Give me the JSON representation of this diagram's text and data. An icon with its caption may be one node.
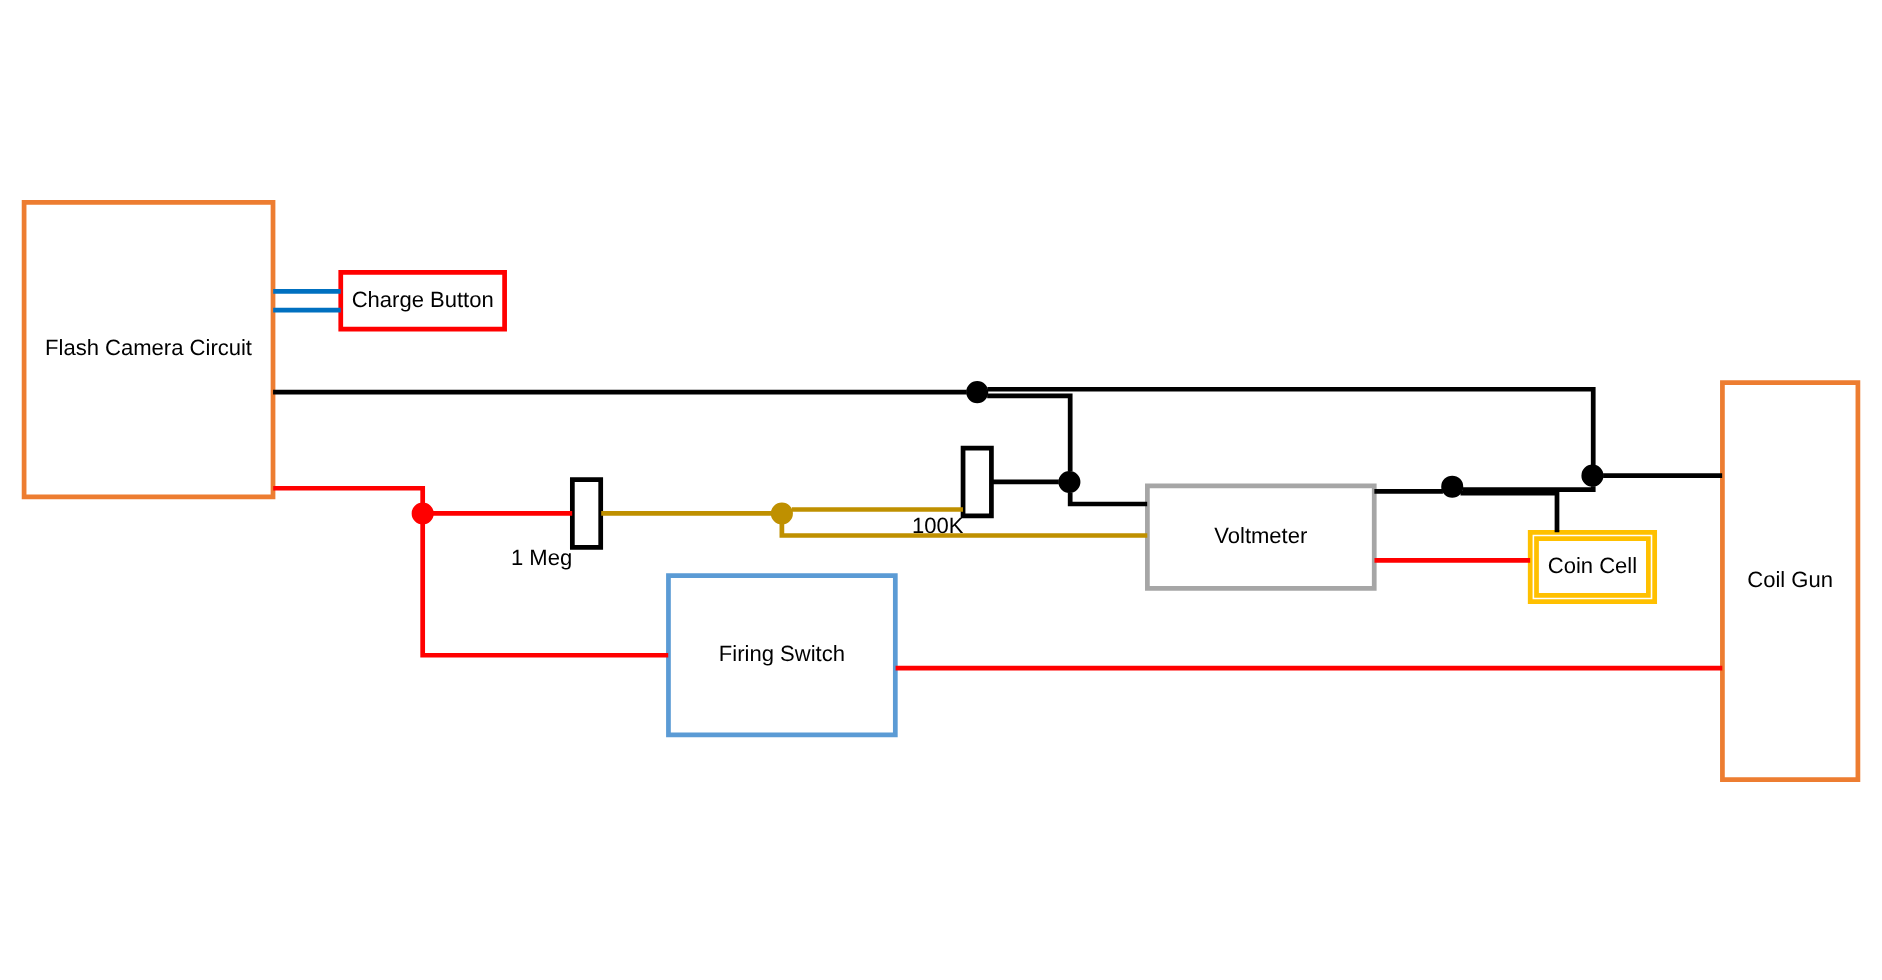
{
  "diagram": {
    "nodes": [
      {
        "text": [
          "Flash Camera Circuit"
        ]
      },
      {
        "text": [
          "Firing Switch"
        ]
      },
      {
        "text": [
          "Charge Button"
        ]
      },
      {
        "text": [
          "Coil Gun"
        ]
      },
      {
        "text": [],
        "shape": "box",
        "beside": [
          "1 Meg"
        ]
      },
      {
        "text": [],
        "shape": "box",
        "beside": [
          "100K"
        ]
      },
      {
        "text": [
          "Voltmeter"
        ]
      },
      {
        "text": [
          "Coin Cell"
        ]
      },
      {
        "text": [],
        "shape": "circle"
      },
      {
        "text": [],
        "shape": "circle"
      },
      {
        "text": [],
        "shape": "circle"
      },
      {
        "text": [],
        "shape": "circle"
      },
      {
        "text": [],
        "shape": "circle"
      },
      {
        "text": [],
        "shape": "circle"
      }
    ],
    "edges": [
      {
        "from": 0,
        "to": 2,
        "arrow": "none",
        "color": "#0070c0"
      },
      {
        "from": 0,
        "to": 2,
        "arrow": "none",
        "color": "#0070c0"
      },
      {
        "from": 0,
        "to": 8,
        "arrow": "none",
        "color": "#ff0000"
      },
      {
        "from": 8,
        "to": 1,
        "arrow": "none",
        "color": "#ff0000"
      },
      {
        "from": 8,
        "to": 4,
        "arrow": "none",
        "color": "#ff0000"
      },
      {
        "from": 1,
        "to": 3,
        "arrow": "none",
        "color": "#ff0000"
      },
      {
        "from": 4,
        "to": 9,
        "arrow": "none",
        "color": "#bf9000"
      },
      {
        "from": 9,
        "to": 5,
        "arrow": "none",
        "color": "#bf9000"
      },
      {
        "from": 9,
        "to": 6,
        "arrow": "none",
        "color": "#bf9000"
      },
      {
        "from": 5,
        "to": 11,
        "arrow": "none"
      },
      {
        "from": 0,
        "to": 10,
        "arrow": "none"
      },
      {
        "from": 10,
        "to": 11,
        "arrow": "none"
      },
      {
        "from": 11,
        "to": 6,
        "arrow": "none"
      },
      {
        "from": 10,
        "to": 13,
        "arrow": "none"
      },
      {
        "from": 13,
        "to": 3,
        "arrow": "none"
      },
      {
        "from": 6,
        "to": 12,
        "arrow": "none"
      },
      {
        "from": 12,
        "to": 7,
        "arrow": "none"
      },
      {
        "from": 12,
        "to": 13,
        "arrow": "none"
      },
      {
        "from": 6,
        "to": 7,
        "arrow": "none",
        "color": "#ff0000"
      }
    ]
  }
}
